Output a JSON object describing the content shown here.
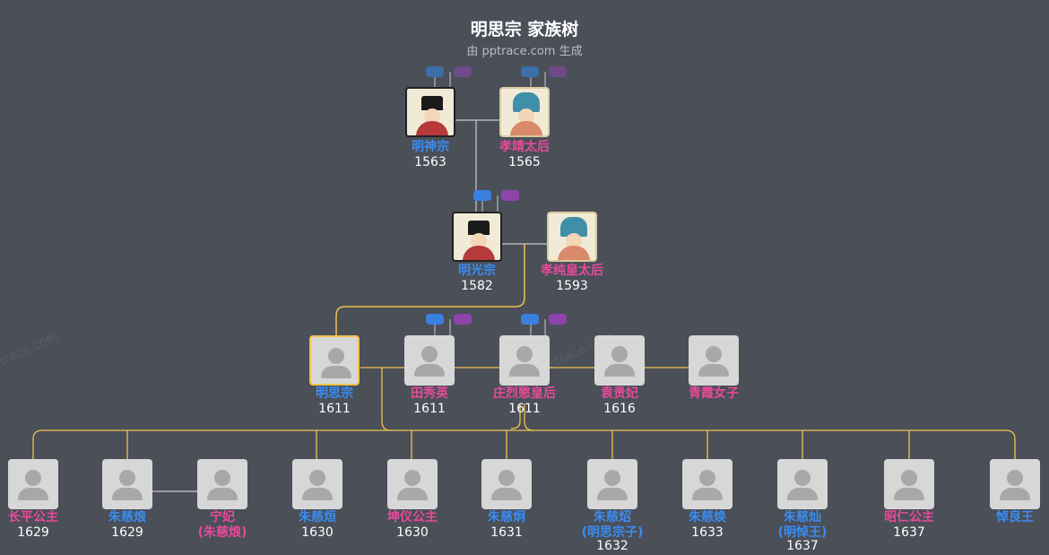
{
  "page": {
    "title": "明思宗 家族树",
    "subtitle": "由 pptrace.com 生成",
    "watermark": "pptrace.com"
  },
  "colors": {
    "background": "#4a4f58",
    "male": "#3b8cf0",
    "female": "#e84a9a",
    "highlight": "#f2c14e",
    "line": "#c9cbd0"
  },
  "people": [
    {
      "id": "shenzong",
      "name": "明神宗",
      "year": "1563",
      "sex": "m",
      "photo": true
    },
    {
      "id": "xiaojing",
      "name": "孝靖太后",
      "year": "1565",
      "sex": "f",
      "photo": true
    },
    {
      "id": "guangzong",
      "name": "明光宗",
      "year": "1582",
      "sex": "m",
      "photo": true
    },
    {
      "id": "xiaochun",
      "name": "孝纯皇太后",
      "year": "1593",
      "sex": "f",
      "photo": true
    },
    {
      "id": "sizong",
      "name": "明思宗",
      "year": "1611",
      "sex": "m",
      "photo": false,
      "selected": true
    },
    {
      "id": "tian",
      "name": "田秀英",
      "year": "1611",
      "sex": "f",
      "photo": false
    },
    {
      "id": "zhuanglie",
      "name": "庄烈愍皇后",
      "year": "1611",
      "sex": "f",
      "photo": false
    },
    {
      "id": "yuan",
      "name": "袁贵妃",
      "year": "1616",
      "sex": "f",
      "photo": false
    },
    {
      "id": "qingxia",
      "name": "青霞女子",
      "year": "",
      "sex": "f",
      "photo": false
    },
    {
      "id": "changping",
      "name": "长平公主",
      "year": "1629",
      "sex": "f",
      "photo": false
    },
    {
      "id": "cihuan",
      "name": "朱慈烺",
      "year": "1629",
      "sex": "m",
      "photo": false
    },
    {
      "id": "ningfei",
      "name": "宁妃",
      "name2": "(朱慈烺)",
      "year": "",
      "sex": "f",
      "photo": false
    },
    {
      "id": "cixuan",
      "name": "朱慈烜",
      "year": "1630",
      "sex": "m",
      "photo": false
    },
    {
      "id": "kunyi",
      "name": "坤仪公主",
      "year": "1630",
      "sex": "f",
      "photo": false
    },
    {
      "id": "cijiong",
      "name": "朱慈炯",
      "year": "1631",
      "sex": "m",
      "photo": false
    },
    {
      "id": "cizhao",
      "name": "朱慈炤",
      "name2": "(明思宗子)",
      "year": "1632",
      "sex": "m",
      "photo": false
    },
    {
      "id": "cihuan2",
      "name": "朱慈焕",
      "year": "1633",
      "sex": "m",
      "photo": false
    },
    {
      "id": "cican",
      "name": "朱慈灿",
      "name2": "(明悼王)",
      "year": "1637",
      "sex": "m",
      "photo": false
    },
    {
      "id": "zhaoren",
      "name": "昭仁公主",
      "year": "1637",
      "sex": "f",
      "photo": false
    },
    {
      "id": "daoliang",
      "name": "悼良王",
      "year": "",
      "sex": "m",
      "photo": false
    }
  ]
}
